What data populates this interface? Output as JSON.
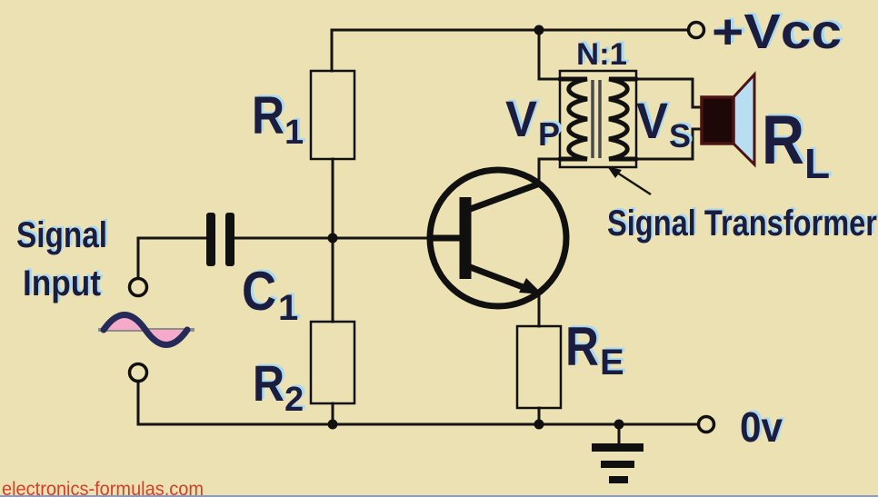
{
  "labels": {
    "signal_input": {
      "line1": "Signal",
      "line2": "Input"
    },
    "c1": {
      "main": "C",
      "sub": "1"
    },
    "r1": {
      "main": "R",
      "sub": "1"
    },
    "r2": {
      "main": "R",
      "sub": "2"
    },
    "re": {
      "main": "R",
      "sub": "E"
    },
    "rl": {
      "main": "R",
      "sub": "L"
    },
    "vp": {
      "main": "V",
      "sub": "P"
    },
    "vs": {
      "main": "V",
      "sub": "S"
    },
    "supply_positive": "+Vcc",
    "supply_zero": "0v",
    "turns_ratio": "N:1",
    "transformer_caption": "Signal Transformer",
    "watermark": "electronics-formulas.com"
  },
  "colors": {
    "background": "#ece1b2",
    "resistor_orange": "#f5791d",
    "transistor_green": "#9ed42c",
    "transformer_yellow": "#f8e400",
    "speaker_cone_blue": "#b9ddf1",
    "speaker_body_maroon": "#1d0707",
    "speaker_outline_maroon": "#4a1212",
    "signal_wave_pink": "#f4aac8",
    "label_navy": "#1b1d40",
    "label_shadow_blue": "#a9d8f2",
    "watermark_red": "#d2402c",
    "wire_black": "#141414",
    "bottom_edge_blue": "#8c9cc0"
  }
}
